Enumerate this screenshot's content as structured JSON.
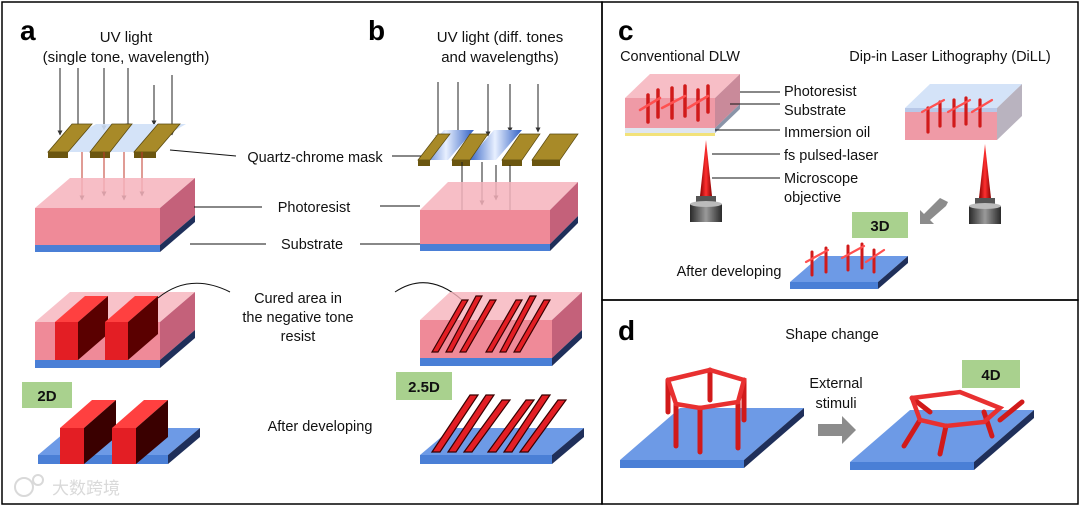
{
  "panels": {
    "a": "a",
    "b": "b",
    "c": "c",
    "d": "d"
  },
  "panel_a": {
    "uv_line1": "UV light",
    "uv_line2": "(single tone, wavelength)",
    "dim_badge": "2D"
  },
  "panel_b": {
    "uv_line1": "UV light (diff. tones",
    "uv_line2": "and wavelengths)",
    "dim_badge": "2.5D"
  },
  "shared_labels": {
    "mask": "Quartz-chrome mask",
    "photoresist": "Photoresist",
    "substrate": "Substrate",
    "cured_line1": "Cured area in",
    "cured_line2": "the negative tone",
    "cured_line3": "resist",
    "after_developing": "After developing"
  },
  "panel_c": {
    "conventional": "Conventional DLW",
    "dill": "Dip-in Laser Lithography (DiLL)",
    "photoresist": "Photoresist",
    "substrate": "Substrate",
    "immersion_oil": "Immersion oil",
    "laser": "fs pulsed-laser",
    "objective_line1": "Microscope",
    "objective_line2": "objective",
    "dim_badge": "3D",
    "after_developing": "After developing"
  },
  "panel_d": {
    "title": "Shape change",
    "stimuli_line1": "External",
    "stimuli_line2": "stimuli",
    "dim_badge": "4D"
  },
  "watermark": "大数跨境",
  "colors": {
    "photoresist": "#f29ca8",
    "substrate": "#5b8fe0",
    "mask_gold": "#a88a28",
    "cured_red": "#e31e24",
    "badge_green": "#a9d18e",
    "arrow_gray": "#8c8c8c"
  }
}
